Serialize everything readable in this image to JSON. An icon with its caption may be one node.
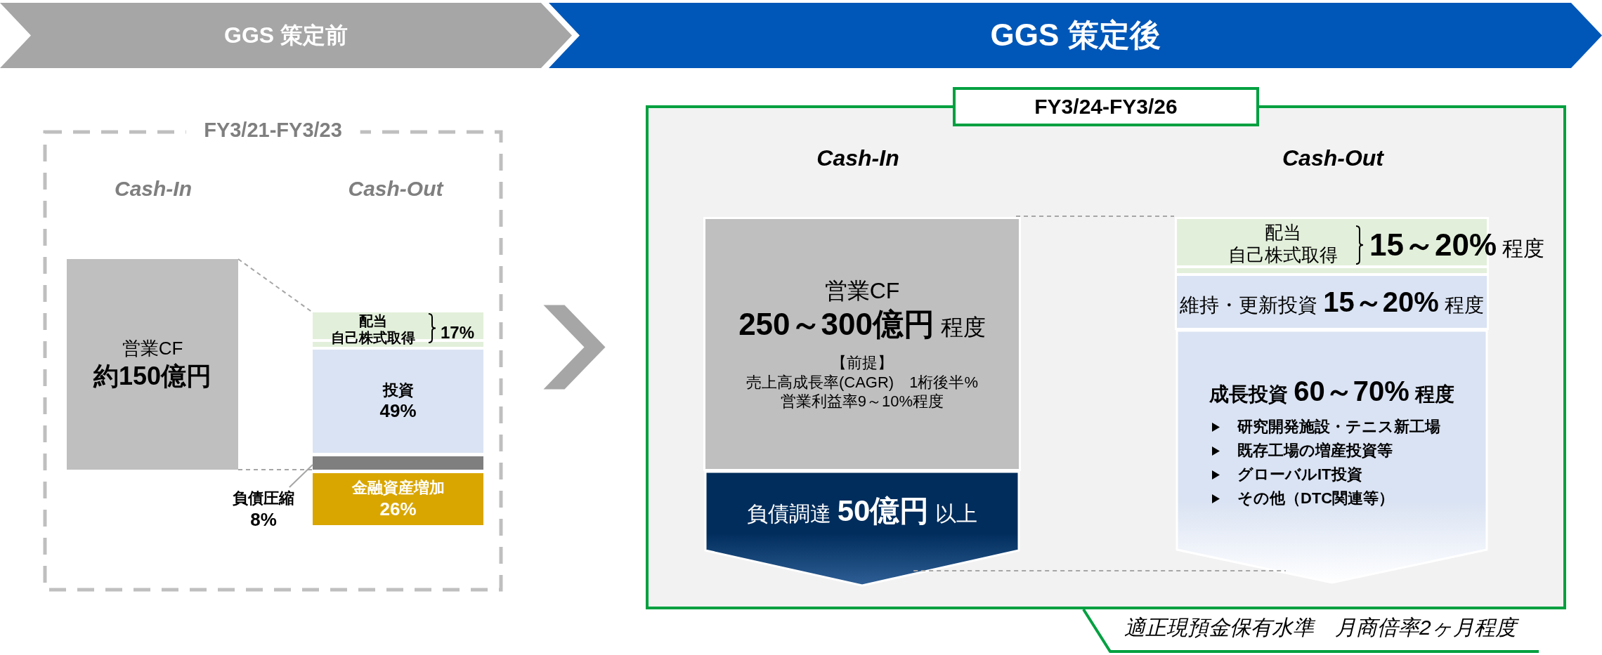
{
  "diagram": {
    "nodes": [
      {
        "text": [
          "GGS 策定前"
        ]
      },
      {
        "text": [
          "GGS 策定後"
        ]
      },
      {
        "text": [
          "FY3/21-FY3/23"
        ]
      },
      {
        "text": [
          "営業CF",
          "約150億円"
        ],
        "in": 2
      },
      {
        "text": [
          "配当",
          "自己株式取得",
          "17%"
        ],
        "in": 2
      },
      {
        "text": [
          "投資",
          "49%"
        ],
        "in": 2
      },
      {
        "text": [],
        "shape": "bar",
        "in": 2
      },
      {
        "text": [
          "負債圧縮",
          "8%"
        ],
        "in": 2
      },
      {
        "text": [
          "金融資産増加",
          "26%"
        ],
        "in": 2
      },
      {
        "text": [
          "FY3/24-FY3/26"
        ]
      },
      {
        "text": [
          "営業CF",
          "**250～300億円** 程度",
          "【前提】",
          "売上高成長率(CAGR)　1桁後半%",
          "営業利益率9～10%程度"
        ],
        "in": 9
      },
      {
        "text": [
          "負債調達 **50億円** 以上"
        ],
        "in": 9
      },
      {
        "text": [
          "配当",
          "自己株式取得",
          "**15～20%** 程度"
        ],
        "in": 9
      },
      {
        "text": [
          "維持・更新投資 **15～20%** 程度"
        ],
        "in": 9
      },
      {
        "text": [
          "成長投資 **60～70%** 程度",
          "研究開発施設・テニス新工場",
          "既存工場の増産投資等",
          "グローバルIT投資",
          "その他（DTC関連等）"
        ],
        "in": 9
      },
      {
        "text": [
          "適正現預金保有水準　月商倍率2ヶ月程度"
        ]
      }
    ],
    "edges": [
      {
        "from": 3,
        "to": 4,
        "arrow": "none",
        "style": "dashed"
      },
      {
        "from": 3,
        "to": 6,
        "arrow": "none",
        "style": "dashed"
      },
      {
        "from": 7,
        "to": 6,
        "arrow": "none"
      },
      {
        "from": 2,
        "to": 9,
        "arrow": "to",
        "style": "thick"
      },
      {
        "from": 10,
        "to": 12,
        "arrow": "none",
        "style": "dashed"
      },
      {
        "from": 11,
        "to": 14,
        "arrow": "none",
        "style": "dashed"
      }
    ],
    "labels": [
      "Cash-In",
      "Cash-Out",
      "Cash-In",
      "Cash-Out"
    ]
  }
}
